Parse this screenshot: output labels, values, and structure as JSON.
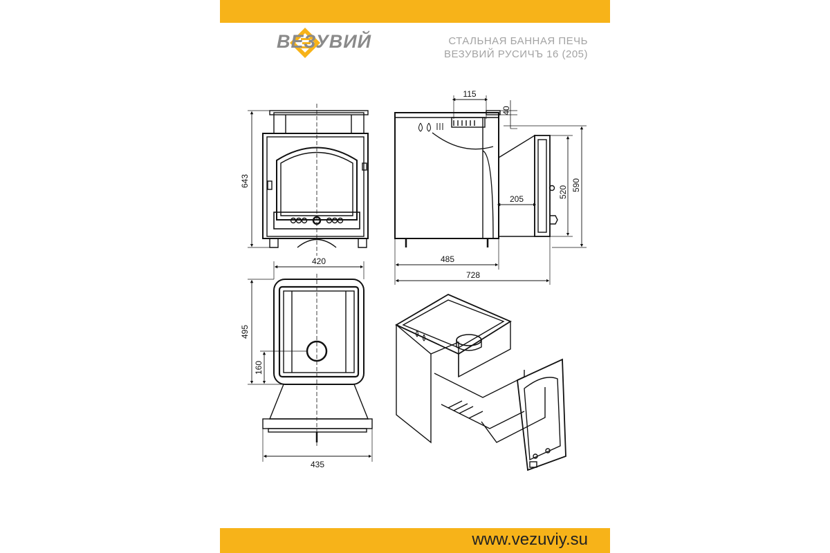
{
  "header": {
    "brand": "ВЕЗУВИЙ",
    "title_line1": "СТАЛЬНАЯ БАННАЯ ПЕЧЬ",
    "title_line2": "ВЕЗУВИЙ РУСИЧЪ 16 (205)",
    "logo_icon": "vezuviy-logo-icon",
    "band_color": "#f7b319"
  },
  "dimensions": {
    "front_height": "643",
    "chimney_width": "115",
    "top_offset": "40",
    "tunnel_length": "205",
    "door_height": "520",
    "total_height": "590",
    "body_depth": "485",
    "total_depth": "728",
    "top_width": "420",
    "top_depth": "495",
    "flue_offset": "160",
    "bottom_width": "435"
  },
  "footer": {
    "url": "www.vezuviy.su"
  }
}
